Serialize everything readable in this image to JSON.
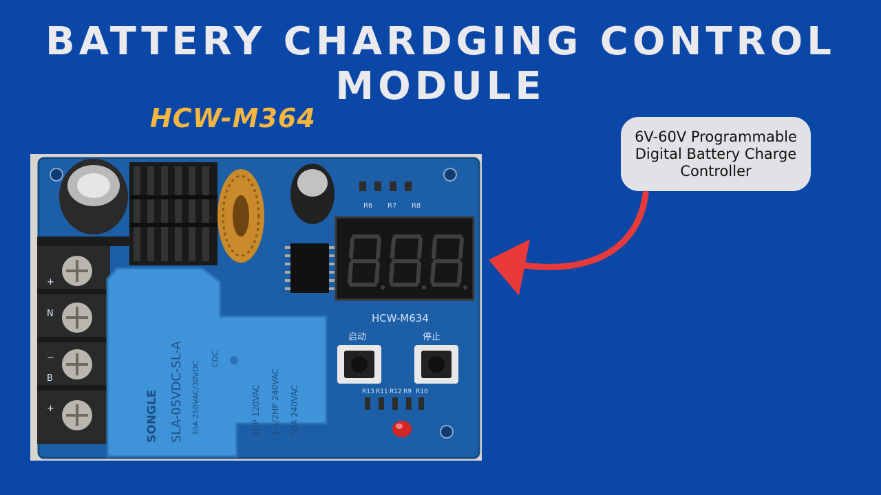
{
  "title": "BATTERY CHARDGING CONTROL MODULE",
  "model": "HCW-M364",
  "callout": {
    "line1": "6V-60V Programmable",
    "line2": "Digital Battery Charge",
    "line3": "Controller"
  },
  "board": {
    "silkscreen_model": "HCW-M634",
    "start_button_label": "启动",
    "stop_button_label": "停止",
    "relay": {
      "brand": "SONGLE",
      "part": "SLA-05VDC-SL-A",
      "rating_line1": "30A  250VAC/30VDC",
      "rating_line2": "1HP 120VAC",
      "rating_line3": "1-1/2HP 240VAC",
      "rating_line4": "30A  240VAC",
      "cqc": "CQC"
    },
    "resistor_labels_top": [
      "R6",
      "R7",
      "R8"
    ],
    "resistor_labels_bottom": [
      "R13",
      "R11",
      "R12",
      "R9",
      "R10"
    ],
    "terminal_labels": [
      "+",
      "N",
      "−",
      "B",
      "+"
    ]
  },
  "colors": {
    "background": "#0a47a6",
    "title": "#e9e9ee",
    "model": "#f7b640",
    "arrow": "#e83a3a",
    "relay": "#3f93d8",
    "pcb": "#1c5fa6"
  }
}
